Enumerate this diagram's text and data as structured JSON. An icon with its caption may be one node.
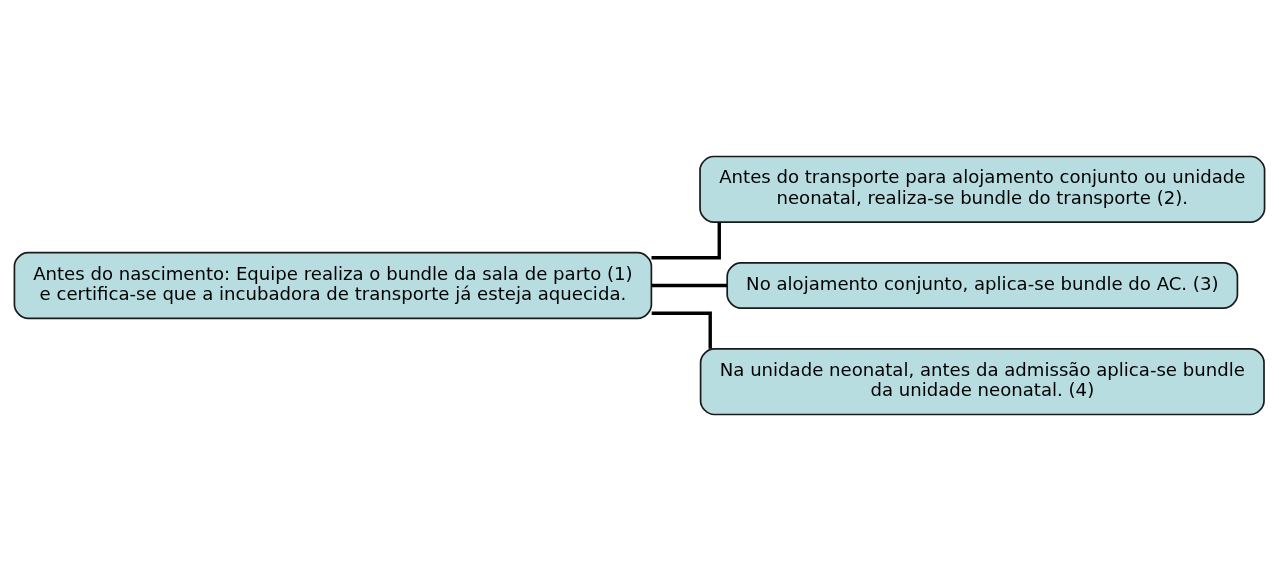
{
  "diagram": {
    "nodes": [
      {
        "text": [
          "Antes do nascimento: Equipe realiza o bundle da sala de parto (1) e certifica-se que a incubadora de transporte já esteja aquecida."
        ]
      },
      {
        "text": [
          "Antes do transporte para alojamento conjunto ou unidade neonatal, realiza-se bundle do transporte (2)."
        ]
      },
      {
        "text": [
          "No alojamento conjunto, aplica-se bundle do AC. (3)"
        ]
      },
      {
        "text": [
          "Na unidade neonatal, antes da admissão aplica-se bundle da unidade neonatal. (4)"
        ]
      }
    ],
    "edges": [
      {
        "from": 0,
        "to": 1,
        "arrow": "none"
      },
      {
        "from": 0,
        "to": 2,
        "arrow": "none"
      },
      {
        "from": 0,
        "to": 3,
        "arrow": "none"
      }
    ]
  }
}
